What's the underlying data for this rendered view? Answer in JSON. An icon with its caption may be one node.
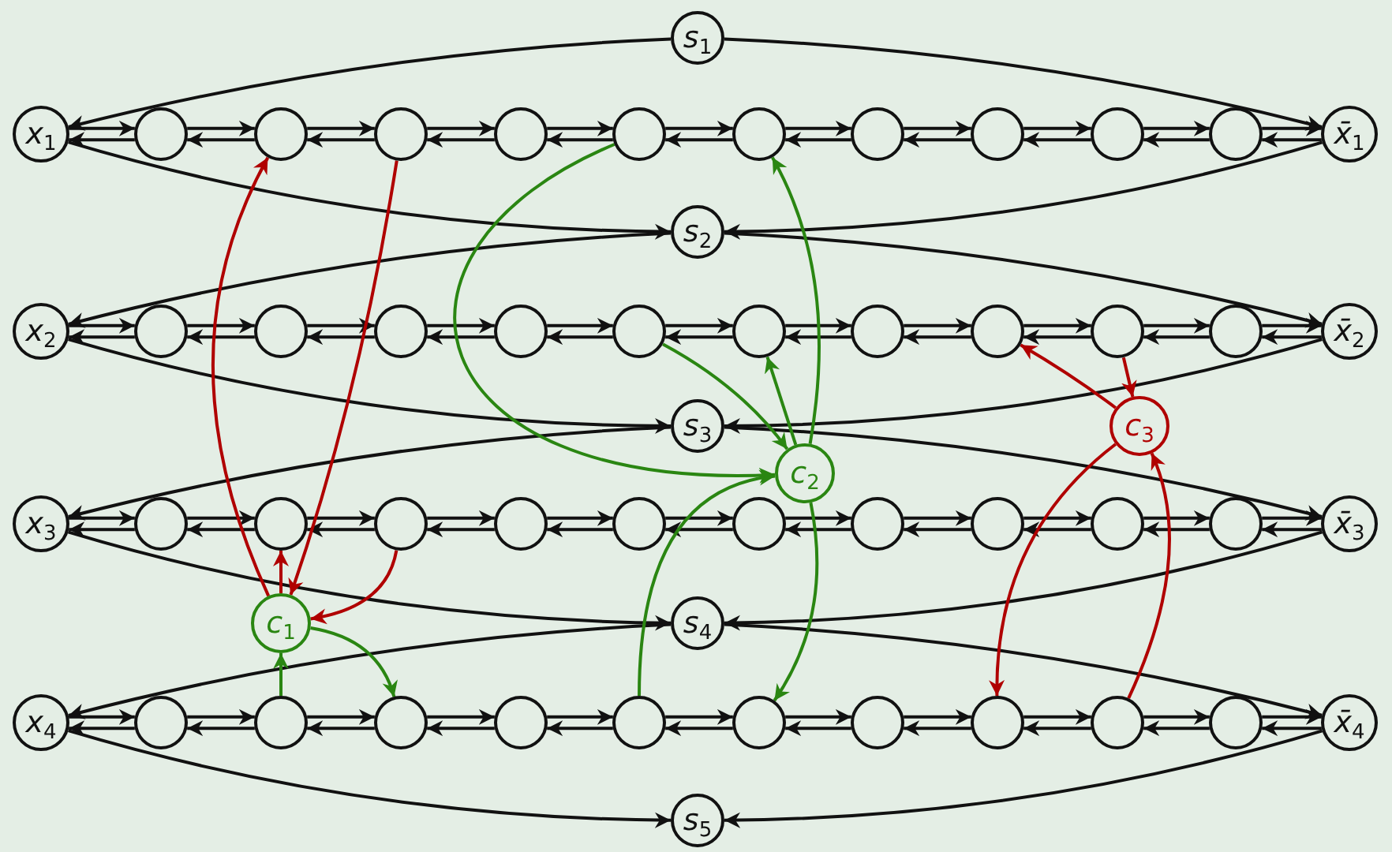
{
  "diagram": {
    "nodes": [
      {
        "text": [
          "*s*$_{1}$"
        ]
      },
      {
        "text": [
          "*x*$_{1}$"
        ]
      },
      {
        "text": [],
        "shape": "circle"
      },
      {
        "text": [],
        "shape": "circle"
      },
      {
        "text": [],
        "shape": "circle"
      },
      {
        "text": [],
        "shape": "circle"
      },
      {
        "text": [],
        "shape": "circle"
      },
      {
        "text": [],
        "shape": "circle"
      },
      {
        "text": [],
        "shape": "circle"
      },
      {
        "text": [],
        "shape": "circle"
      },
      {
        "text": [],
        "shape": "circle"
      },
      {
        "text": [],
        "shape": "circle"
      },
      {
        "text": [
          "*x̄*$_{1}$"
        ]
      },
      {
        "text": [
          "*s*$_{2}$"
        ]
      },
      {
        "text": [
          "*x*$_{2}$"
        ]
      },
      {
        "text": [],
        "shape": "circle"
      },
      {
        "text": [],
        "shape": "circle"
      },
      {
        "text": [],
        "shape": "circle"
      },
      {
        "text": [],
        "shape": "circle"
      },
      {
        "text": [],
        "shape": "circle"
      },
      {
        "text": [],
        "shape": "circle"
      },
      {
        "text": [],
        "shape": "circle"
      },
      {
        "text": [],
        "shape": "circle"
      },
      {
        "text": [],
        "shape": "circle"
      },
      {
        "text": [],
        "shape": "circle"
      },
      {
        "text": [
          "*x̄*$_{2}$"
        ]
      },
      {
        "text": [
          "*s*$_{3}$"
        ]
      },
      {
        "text": [
          "*c*$_{3}$"
        ]
      },
      {
        "text": [
          "*c*$_{2}$"
        ]
      },
      {
        "text": [
          "*x*$_{3}$"
        ]
      },
      {
        "text": [],
        "shape": "circle"
      },
      {
        "text": [],
        "shape": "circle"
      },
      {
        "text": [],
        "shape": "circle"
      },
      {
        "text": [],
        "shape": "circle"
      },
      {
        "text": [],
        "shape": "circle"
      },
      {
        "text": [],
        "shape": "circle"
      },
      {
        "text": [],
        "shape": "circle"
      },
      {
        "text": [],
        "shape": "circle"
      },
      {
        "text": [],
        "shape": "circle"
      },
      {
        "text": [],
        "shape": "circle"
      },
      {
        "text": [
          "*x̄*$_{3}$"
        ]
      },
      {
        "text": [
          "*c*$_{1}$"
        ]
      },
      {
        "text": [
          "*s*$_{4}$"
        ]
      },
      {
        "text": [
          "*x*$_{4}$"
        ]
      },
      {
        "text": [],
        "shape": "circle"
      },
      {
        "text": [],
        "shape": "circle"
      },
      {
        "text": [],
        "shape": "circle"
      },
      {
        "text": [],
        "shape": "circle"
      },
      {
        "text": [],
        "shape": "circle"
      },
      {
        "text": [],
        "shape": "circle"
      },
      {
        "text": [],
        "shape": "circle"
      },
      {
        "text": [],
        "shape": "circle"
      },
      {
        "text": [],
        "shape": "circle"
      },
      {
        "text": [],
        "shape": "circle"
      },
      {
        "text": [
          "*x̄*$_{4}$"
        ]
      },
      {
        "text": [
          "*s*$_{5}$"
        ]
      }
    ],
    "edges": [
      {
        "from": 1,
        "to": 2,
        "arrow": "to"
      },
      {
        "from": 2,
        "to": 1,
        "arrow": "to"
      },
      {
        "from": 2,
        "to": 3,
        "arrow": "to"
      },
      {
        "from": 3,
        "to": 2,
        "arrow": "to"
      },
      {
        "from": 3,
        "to": 4,
        "arrow": "to"
      },
      {
        "from": 4,
        "to": 3,
        "arrow": "to"
      },
      {
        "from": 4,
        "to": 5,
        "arrow": "to"
      },
      {
        "from": 5,
        "to": 4,
        "arrow": "to"
      },
      {
        "from": 5,
        "to": 6,
        "arrow": "to"
      },
      {
        "from": 6,
        "to": 5,
        "arrow": "to"
      },
      {
        "from": 6,
        "to": 7,
        "arrow": "to"
      },
      {
        "from": 7,
        "to": 6,
        "arrow": "to"
      },
      {
        "from": 7,
        "to": 8,
        "arrow": "to"
      },
      {
        "from": 8,
        "to": 7,
        "arrow": "to"
      },
      {
        "from": 8,
        "to": 9,
        "arrow": "to"
      },
      {
        "from": 9,
        "to": 8,
        "arrow": "to"
      },
      {
        "from": 9,
        "to": 10,
        "arrow": "to"
      },
      {
        "from": 10,
        "to": 9,
        "arrow": "to"
      },
      {
        "from": 10,
        "to": 11,
        "arrow": "to"
      },
      {
        "from": 11,
        "to": 10,
        "arrow": "to"
      },
      {
        "from": 11,
        "to": 12,
        "arrow": "to"
      },
      {
        "from": 12,
        "to": 11,
        "arrow": "to"
      },
      {
        "from": 14,
        "to": 15,
        "arrow": "to"
      },
      {
        "from": 15,
        "to": 14,
        "arrow": "to"
      },
      {
        "from": 15,
        "to": 16,
        "arrow": "to"
      },
      {
        "from": 16,
        "to": 15,
        "arrow": "to"
      },
      {
        "from": 16,
        "to": 17,
        "arrow": "to"
      },
      {
        "from": 17,
        "to": 16,
        "arrow": "to"
      },
      {
        "from": 17,
        "to": 18,
        "arrow": "to"
      },
      {
        "from": 18,
        "to": 17,
        "arrow": "to"
      },
      {
        "from": 18,
        "to": 19,
        "arrow": "to"
      },
      {
        "from": 19,
        "to": 18,
        "arrow": "to"
      },
      {
        "from": 19,
        "to": 20,
        "arrow": "to"
      },
      {
        "from": 20,
        "to": 19,
        "arrow": "to"
      },
      {
        "from": 20,
        "to": 21,
        "arrow": "to"
      },
      {
        "from": 21,
        "to": 20,
        "arrow": "to"
      },
      {
        "from": 21,
        "to": 22,
        "arrow": "to"
      },
      {
        "from": 22,
        "to": 21,
        "arrow": "to"
      },
      {
        "from": 22,
        "to": 23,
        "arrow": "to"
      },
      {
        "from": 23,
        "to": 22,
        "arrow": "to"
      },
      {
        "from": 23,
        "to": 24,
        "arrow": "to"
      },
      {
        "from": 24,
        "to": 23,
        "arrow": "to"
      },
      {
        "from": 24,
        "to": 25,
        "arrow": "to"
      },
      {
        "from": 25,
        "to": 24,
        "arrow": "to"
      },
      {
        "from": 29,
        "to": 30,
        "arrow": "to"
      },
      {
        "from": 30,
        "to": 29,
        "arrow": "to"
      },
      {
        "from": 30,
        "to": 31,
        "arrow": "to"
      },
      {
        "from": 31,
        "to": 30,
        "arrow": "to"
      },
      {
        "from": 31,
        "to": 32,
        "arrow": "to"
      },
      {
        "from": 32,
        "to": 31,
        "arrow": "to"
      },
      {
        "from": 32,
        "to": 33,
        "arrow": "to"
      },
      {
        "from": 33,
        "to": 32,
        "arrow": "to"
      },
      {
        "from": 33,
        "to": 34,
        "arrow": "to"
      },
      {
        "from": 34,
        "to": 33,
        "arrow": "to"
      },
      {
        "from": 34,
        "to": 35,
        "arrow": "to"
      },
      {
        "from": 35,
        "to": 34,
        "arrow": "to"
      },
      {
        "from": 35,
        "to": 36,
        "arrow": "to"
      },
      {
        "from": 36,
        "to": 35,
        "arrow": "to"
      },
      {
        "from": 36,
        "to": 37,
        "arrow": "to"
      },
      {
        "from": 37,
        "to": 36,
        "arrow": "to"
      },
      {
        "from": 37,
        "to": 38,
        "arrow": "to"
      },
      {
        "from": 38,
        "to": 37,
        "arrow": "to"
      },
      {
        "from": 38,
        "to": 39,
        "arrow": "to"
      },
      {
        "from": 39,
        "to": 38,
        "arrow": "to"
      },
      {
        "from": 39,
        "to": 40,
        "arrow": "to"
      },
      {
        "from": 40,
        "to": 39,
        "arrow": "to"
      },
      {
        "from": 43,
        "to": 44,
        "arrow": "to"
      },
      {
        "from": 44,
        "to": 43,
        "arrow": "to"
      },
      {
        "from": 44,
        "to": 45,
        "arrow": "to"
      },
      {
        "from": 45,
        "to": 44,
        "arrow": "to"
      },
      {
        "from": 45,
        "to": 46,
        "arrow": "to"
      },
      {
        "from": 46,
        "to": 45,
        "arrow": "to"
      },
      {
        "from": 46,
        "to": 47,
        "arrow": "to"
      },
      {
        "from": 47,
        "to": 46,
        "arrow": "to"
      },
      {
        "from": 47,
        "to": 48,
        "arrow": "to"
      },
      {
        "from": 48,
        "to": 47,
        "arrow": "to"
      },
      {
        "from": 48,
        "to": 49,
        "arrow": "to"
      },
      {
        "from": 49,
        "to": 48,
        "arrow": "to"
      },
      {
        "from": 49,
        "to": 50,
        "arrow": "to"
      },
      {
        "from": 50,
        "to": 49,
        "arrow": "to"
      },
      {
        "from": 50,
        "to": 51,
        "arrow": "to"
      },
      {
        "from": 51,
        "to": 50,
        "arrow": "to"
      },
      {
        "from": 51,
        "to": 52,
        "arrow": "to"
      },
      {
        "from": 52,
        "to": 51,
        "arrow": "to"
      },
      {
        "from": 52,
        "to": 53,
        "arrow": "to"
      },
      {
        "from": 53,
        "to": 52,
        "arrow": "to"
      },
      {
        "from": 53,
        "to": 54,
        "arrow": "to"
      },
      {
        "from": 54,
        "to": 53,
        "arrow": "to"
      },
      {
        "from": 0,
        "to": 1,
        "arrow": "to"
      },
      {
        "from": 0,
        "to": 12,
        "arrow": "to"
      },
      {
        "from": 1,
        "to": 13,
        "arrow": "to"
      },
      {
        "from": 12,
        "to": 13,
        "arrow": "to"
      },
      {
        "from": 13,
        "to": 14,
        "arrow": "to"
      },
      {
        "from": 13,
        "to": 25,
        "arrow": "to"
      },
      {
        "from": 14,
        "to": 26,
        "arrow": "to"
      },
      {
        "from": 25,
        "to": 26,
        "arrow": "to"
      },
      {
        "from": 26,
        "to": 29,
        "arrow": "to"
      },
      {
        "from": 26,
        "to": 40,
        "arrow": "to"
      },
      {
        "from": 29,
        "to": 42,
        "arrow": "to"
      },
      {
        "from": 40,
        "to": 42,
        "arrow": "to"
      },
      {
        "from": 42,
        "to": 43,
        "arrow": "to"
      },
      {
        "from": 42,
        "to": 54,
        "arrow": "to"
      },
      {
        "from": 43,
        "to": 55,
        "arrow": "to"
      },
      {
        "from": 54,
        "to": 55,
        "arrow": "to"
      },
      {
        "from": 41,
        "to": 3,
        "arrow": "to",
        "color": "#b00000"
      },
      {
        "from": 4,
        "to": 41,
        "arrow": "to",
        "color": "#b00000"
      },
      {
        "from": 41,
        "to": 31,
        "arrow": "to",
        "color": "#b00000"
      },
      {
        "from": 32,
        "to": 41,
        "arrow": "to",
        "color": "#b00000"
      },
      {
        "from": 45,
        "to": 41,
        "arrow": "to",
        "color": "#2a8612"
      },
      {
        "from": 41,
        "to": 46,
        "arrow": "to",
        "color": "#2a8612"
      },
      {
        "from": 6,
        "to": 28,
        "arrow": "to",
        "color": "#2a8612"
      },
      {
        "from": 28,
        "to": 7,
        "arrow": "to",
        "color": "#2a8612"
      },
      {
        "from": 19,
        "to": 28,
        "arrow": "to",
        "color": "#2a8612"
      },
      {
        "from": 28,
        "to": 20,
        "arrow": "to",
        "color": "#2a8612"
      },
      {
        "from": 48,
        "to": 28,
        "arrow": "to",
        "color": "#2a8612"
      },
      {
        "from": 28,
        "to": 49,
        "arrow": "to",
        "color": "#2a8612"
      },
      {
        "from": 27,
        "to": 22,
        "arrow": "to",
        "color": "#b00000"
      },
      {
        "from": 23,
        "to": 27,
        "arrow": "to",
        "color": "#b00000"
      },
      {
        "from": 27,
        "to": 51,
        "arrow": "to",
        "color": "#b00000"
      },
      {
        "from": 52,
        "to": 27,
        "arrow": "to",
        "color": "#b00000"
      }
    ]
  }
}
